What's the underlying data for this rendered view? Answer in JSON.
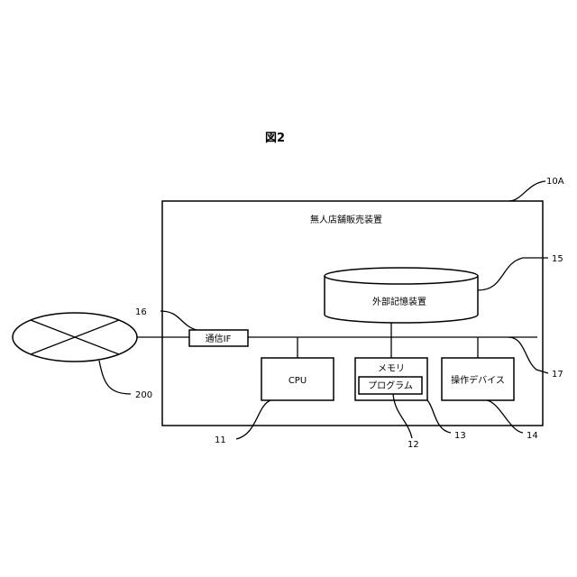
{
  "figure_label": "図2",
  "device": {
    "name": "無人店舗販売装置",
    "ref": "10A"
  },
  "storage": {
    "label": "外部記憶装置",
    "ref": "15"
  },
  "comm_if": {
    "label": "通信IF",
    "ref": "16"
  },
  "bus": {
    "ref": "17"
  },
  "cpu": {
    "label": "CPU",
    "ref": "11"
  },
  "memory": {
    "label": "メモリ",
    "ref": "13"
  },
  "program": {
    "label": "プログラム",
    "ref": "12"
  },
  "operation_device": {
    "label": "操作デバイス",
    "ref": "14"
  },
  "network": {
    "ref": "200"
  }
}
